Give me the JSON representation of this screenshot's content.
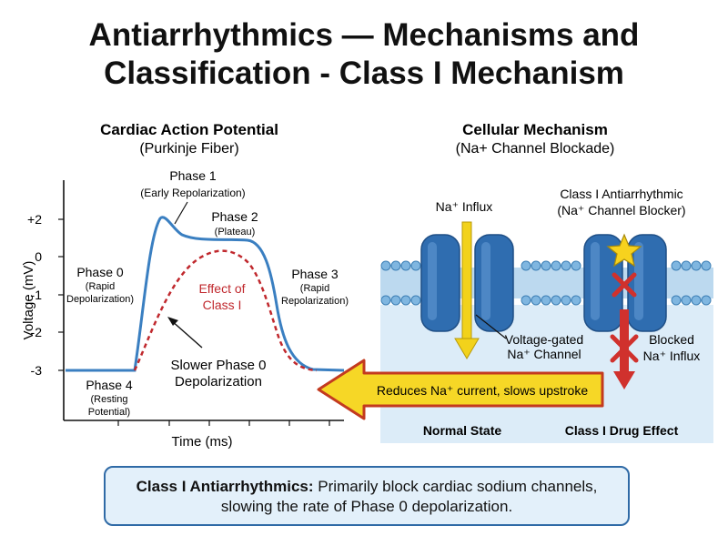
{
  "title": {
    "line1": "Antiarrhythmics — Mechanisms and",
    "line2": "Classification - Class I Mechanism"
  },
  "left_panel": {
    "heading": "Cardiac Action Potential",
    "subheading": "(Purkinje Fiber)",
    "ylabel": "Voltage (mV)",
    "xlabel": "Time (ms)",
    "yticks": [
      "+2",
      "0",
      "-1",
      "-2",
      "-3"
    ],
    "phases": {
      "p1_title": "Phase 1",
      "p1_sub": "(Early Repolarization)",
      "p2_title": "Phase 2",
      "p2_sub": "(Plateau)",
      "p0_title": "Phase 0",
      "p0_sub1": "(Rapid",
      "p0_sub2": "Depolarization)",
      "p3_title": "Phase 3",
      "p3_sub1": "(Rapid",
      "p3_sub2": "Repolarization)",
      "p4_title": "Phase 4",
      "p4_sub1": "(Resting",
      "p4_sub2": "Potential)"
    },
    "effect_line1": "Effect of",
    "effect_line2": "Class I",
    "slower_line1": "Slower Phase 0",
    "slower_line2": "Depolarization",
    "colors": {
      "normal": "#3a7fc1",
      "drug": "#c0282d"
    }
  },
  "right_panel": {
    "heading": "Cellular Mechanism",
    "subheading": "(Na+ Channel Blockade)",
    "influx_label": "Na⁺ Influx",
    "drug_line1": "Class I Antiarrhythmic",
    "drug_line2": "(Na⁺ Channel Blocker)",
    "channel_line1": "Voltage-gated",
    "channel_line2": "Na⁺ Channel",
    "blocked_line1": "Blocked",
    "blocked_line2": "Na⁺ Influx",
    "normal_state": "Normal State",
    "drug_effect": "Class I Drug Effect",
    "colors": {
      "channel": "#2f6db0",
      "influx": "#f2d21b",
      "block": "#d0312d",
      "star": "#f7d21e",
      "membrane": "#7fb6e0"
    }
  },
  "arrow_text": "Reduces Na⁺ current, slows upstroke",
  "summary": {
    "bold": "Class I Antiarrhythmics:",
    "rest": " Primarily block cardiac sodium channels,",
    "line2": "slowing the rate of Phase 0 depolarization."
  }
}
